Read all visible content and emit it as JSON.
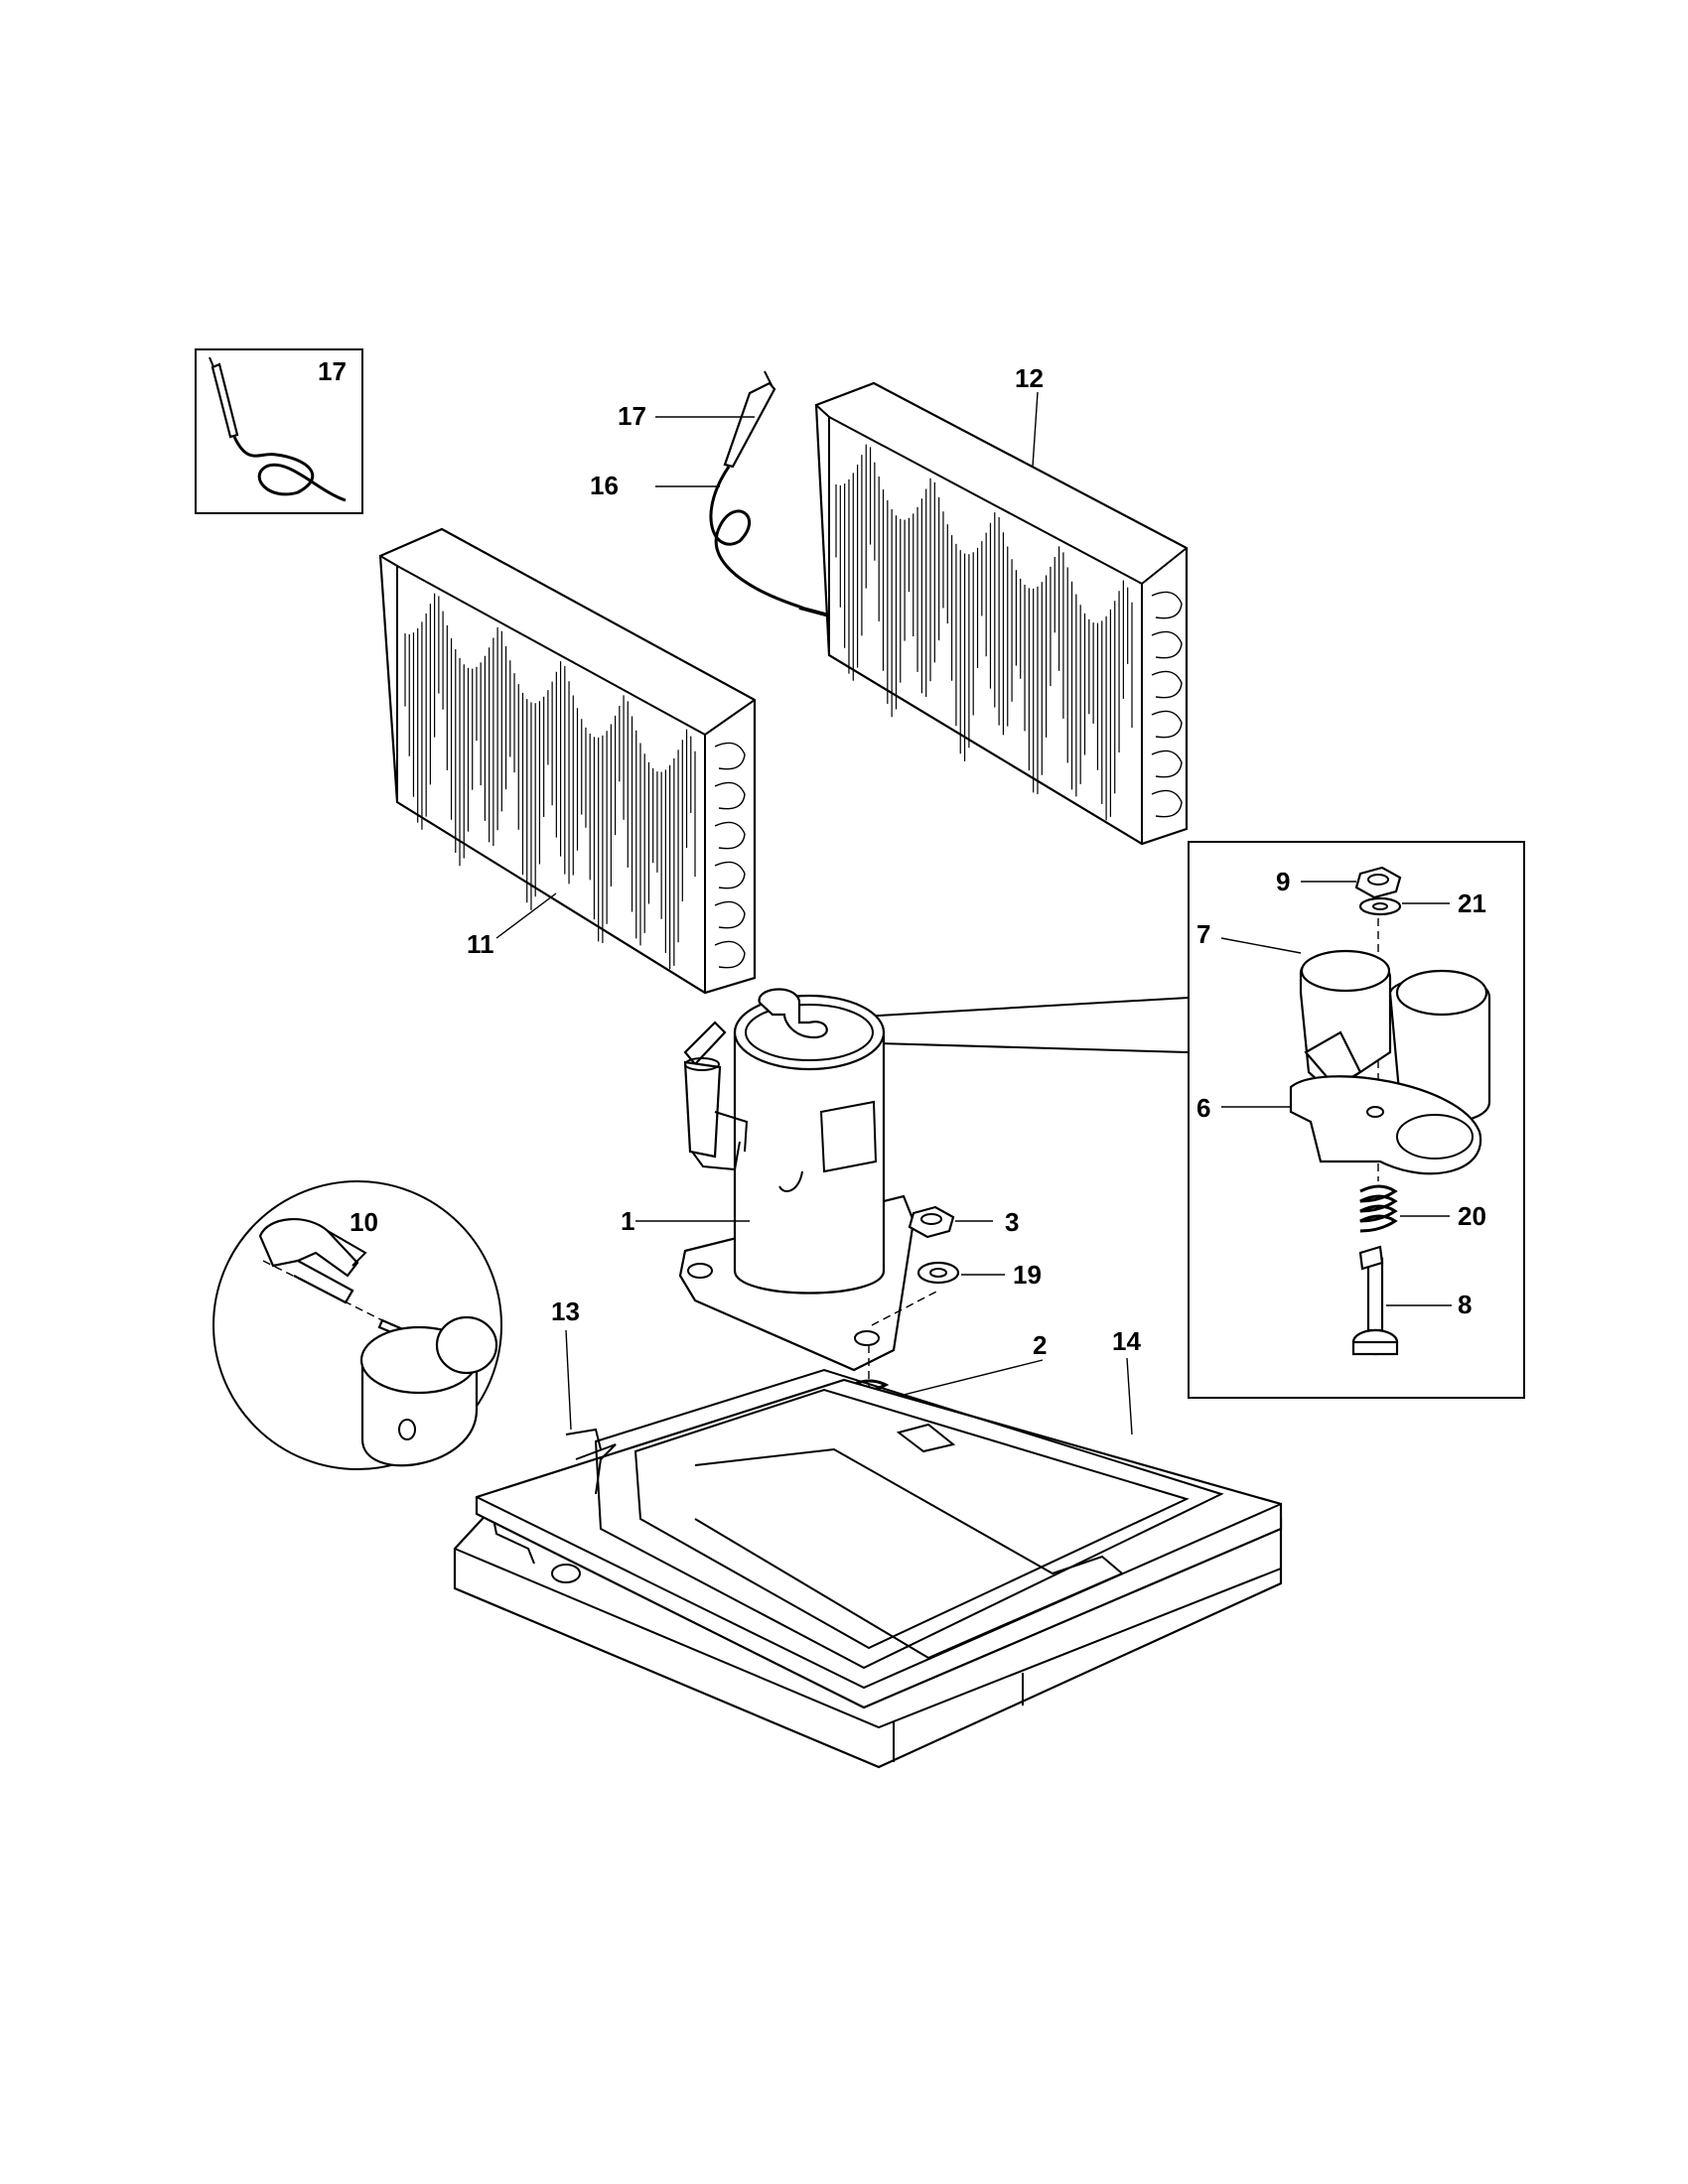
{
  "callouts": {
    "c1": "1",
    "c2": "2",
    "c3": "3",
    "c6": "6",
    "c7": "7",
    "c8": "8",
    "c9": "9",
    "c10": "10",
    "c11": "11",
    "c12": "12",
    "c13": "13",
    "c14": "14",
    "c16": "16",
    "c17_inset": "17",
    "c17": "17",
    "c19": "19",
    "c20": "20",
    "c21": "21"
  }
}
